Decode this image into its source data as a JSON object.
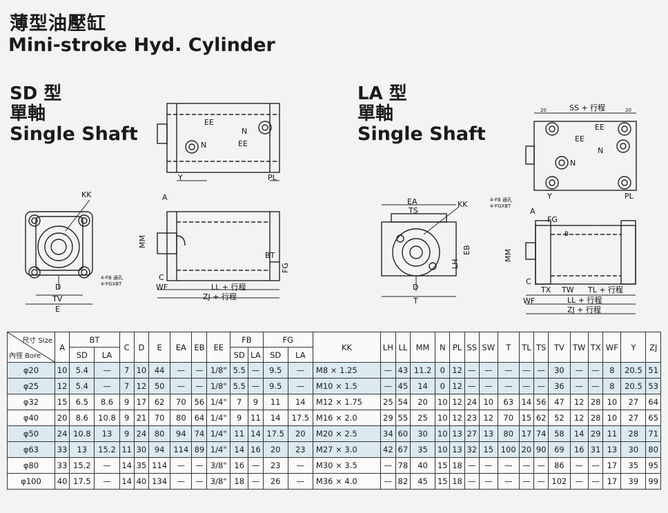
{
  "title": {
    "chinese": "薄型油壓缸",
    "english": "Mini-stroke Hyd. Cylinder"
  },
  "sd": {
    "model": "SD 型",
    "shaft_cn": "單軸",
    "shaft_en": "Single Shaft"
  },
  "la": {
    "model": "LA 型",
    "shaft_cn": "單軸",
    "shaft_en": "Single Shaft"
  },
  "labels": {
    "kk": "KK",
    "ee": "EE",
    "n": "N",
    "y": "Y",
    "pl": "PL",
    "a": "A",
    "mm": "MM",
    "bt": "BT",
    "fg": "FG",
    "c": "C",
    "wf": "WF",
    "ll": "LL",
    "zj": "ZJ",
    "ll_stroke": "LL + 行程",
    "zj_stroke": "ZJ + 行程",
    "tl_stroke": "TL + 行程",
    "ss_stroke": "SS + 行程",
    "d": "D",
    "tv": "TV",
    "e": "E",
    "t": "T",
    "ea": "EA",
    "ts": "TS",
    "lh": "LH",
    "eb": "EB",
    "tx": "TX",
    "tw": "TW",
    "fb_note": "4-FB 通孔",
    "fg_note": "4-FGXBT",
    "twenty": "20",
    "b": "B"
  },
  "table": {
    "corner_top": "尺寸 Size",
    "corner_bottom": "內徑 Bore",
    "group_bt": "BT",
    "group_fb": "FB",
    "group_fg": "FG",
    "col_sd": "SD",
    "col_la": "LA",
    "cols_before": [
      "A"
    ],
    "cols_mid": [
      "C",
      "D",
      "E",
      "EA",
      "EB",
      "EE"
    ],
    "cols_after": [
      "KK",
      "LH",
      "LL",
      "MM",
      "N",
      "PL",
      "SS",
      "SW",
      "T",
      "TL",
      "TS",
      "TV",
      "TW",
      "TX",
      "WF",
      "Y",
      "ZJ"
    ],
    "rows": [
      [
        "φ20",
        "10",
        "5.4",
        "—",
        "7",
        "10",
        "44",
        "—",
        "—",
        "1/8\"",
        "5.5",
        "—",
        "9.5",
        "—",
        "M8 × 1.25",
        "—",
        "43",
        "11.2",
        "0",
        "12",
        "—",
        "—",
        "—",
        "—",
        "—",
        "30",
        "—",
        "—",
        "8",
        "20.5",
        "51"
      ],
      [
        "φ25",
        "12",
        "5.4",
        "—",
        "7",
        "12",
        "50",
        "—",
        "—",
        "1/8\"",
        "5.5",
        "—",
        "9.5",
        "—",
        "M10 × 1.5",
        "—",
        "45",
        "14",
        "0",
        "12",
        "—",
        "—",
        "—",
        "—",
        "—",
        "36",
        "—",
        "—",
        "8",
        "20.5",
        "53"
      ],
      [
        "φ32",
        "15",
        "6.5",
        "8.6",
        "9",
        "17",
        "62",
        "70",
        "56",
        "1/4\"",
        "7",
        "9",
        "11",
        "14",
        "M12 × 1.75",
        "25",
        "54",
        "20",
        "10",
        "12",
        "24",
        "10",
        "63",
        "14",
        "56",
        "47",
        "12",
        "28",
        "10",
        "27",
        "64"
      ],
      [
        "φ40",
        "20",
        "8.6",
        "10.8",
        "9",
        "21",
        "70",
        "80",
        "64",
        "1/4\"",
        "9",
        "11",
        "14",
        "17.5",
        "M16 × 2.0",
        "29",
        "55",
        "25",
        "10",
        "12",
        "23",
        "12",
        "70",
        "15",
        "62",
        "52",
        "12",
        "28",
        "10",
        "27",
        "65"
      ],
      [
        "φ50",
        "24",
        "10.8",
        "13",
        "9",
        "24",
        "80",
        "94",
        "74",
        "1/4\"",
        "11",
        "14",
        "17.5",
        "20",
        "M20 × 2.5",
        "34",
        "60",
        "30",
        "10",
        "13",
        "27",
        "13",
        "80",
        "17",
        "74",
        "58",
        "14",
        "29",
        "11",
        "28",
        "71"
      ],
      [
        "φ63",
        "33",
        "13",
        "15.2",
        "11",
        "30",
        "94",
        "114",
        "89",
        "1/4\"",
        "14",
        "16",
        "20",
        "23",
        "M27 × 3.0",
        "42",
        "67",
        "35",
        "10",
        "13",
        "32",
        "15",
        "100",
        "20",
        "90",
        "69",
        "16",
        "31",
        "13",
        "30",
        "80"
      ],
      [
        "φ80",
        "33",
        "15.2",
        "—",
        "14",
        "35",
        "114",
        "—",
        "—",
        "3/8\"",
        "16",
        "—",
        "23",
        "—",
        "M30 × 3.5",
        "—",
        "78",
        "40",
        "15",
        "18",
        "—",
        "—",
        "—",
        "—",
        "—",
        "86",
        "—",
        "—",
        "17",
        "35",
        "95"
      ],
      [
        "φ100",
        "40",
        "17.5",
        "—",
        "14",
        "40",
        "134",
        "—",
        "—",
        "3/8\"",
        "18",
        "—",
        "26",
        "—",
        "M36 × 4.0",
        "—",
        "82",
        "45",
        "15",
        "18",
        "—",
        "—",
        "—",
        "—",
        "—",
        "102",
        "—",
        "—",
        "17",
        "39",
        "99"
      ]
    ],
    "highlight_rows": [
      0,
      1,
      4,
      5
    ]
  }
}
